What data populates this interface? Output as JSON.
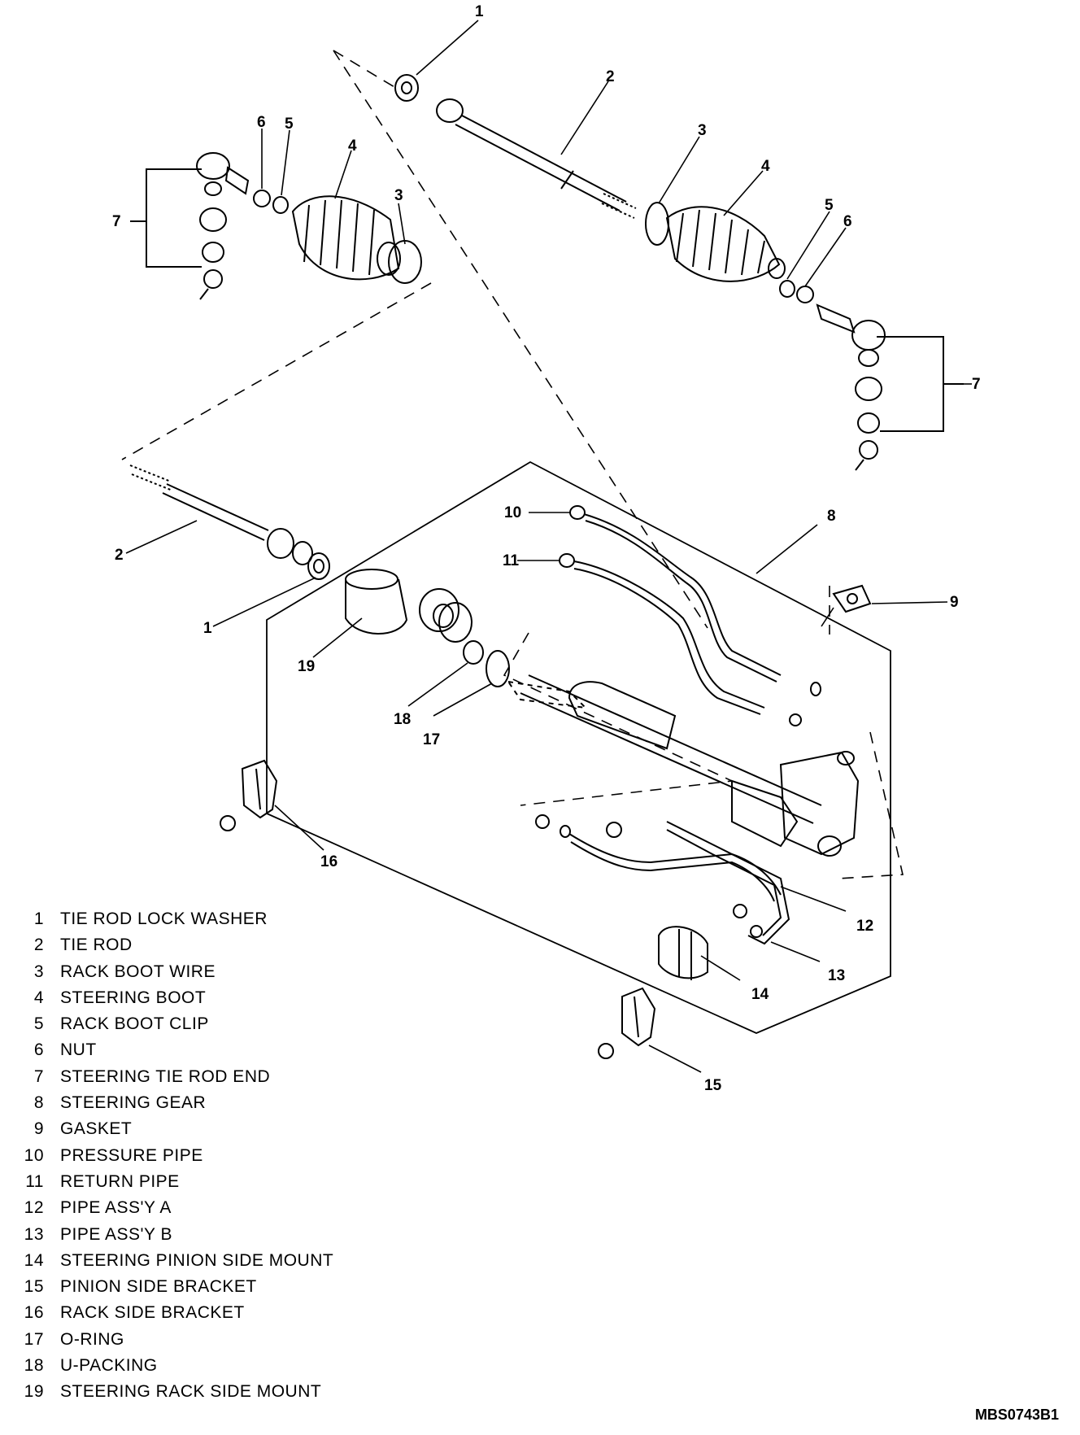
{
  "figure_code": "MBS0743B1",
  "legend": [
    {
      "num": "1",
      "label": "TIE ROD LOCK WASHER"
    },
    {
      "num": "2",
      "label": "TIE ROD"
    },
    {
      "num": "3",
      "label": "RACK BOOT WIRE"
    },
    {
      "num": "4",
      "label": "STEERING BOOT"
    },
    {
      "num": "5",
      "label": "RACK BOOT CLIP"
    },
    {
      "num": "6",
      "label": "NUT"
    },
    {
      "num": "7",
      "label": "STEERING TIE ROD END"
    },
    {
      "num": "8",
      "label": "STEERING GEAR"
    },
    {
      "num": "9",
      "label": "GASKET"
    },
    {
      "num": "10",
      "label": "PRESSURE PIPE"
    },
    {
      "num": "11",
      "label": "RETURN PIPE"
    },
    {
      "num": "12",
      "label": "PIPE ASS'Y A"
    },
    {
      "num": "13",
      "label": "PIPE ASS'Y B"
    },
    {
      "num": "14",
      "label": "STEERING PINION SIDE MOUNT"
    },
    {
      "num": "15",
      "label": "PINION SIDE BRACKET"
    },
    {
      "num": "16",
      "label": "RACK SIDE BRACKET"
    },
    {
      "num": "17",
      "label": "O-RING"
    },
    {
      "num": "18",
      "label": "U-PACKING"
    },
    {
      "num": "19",
      "label": "STEERING RACK SIDE MOUNT"
    }
  ],
  "callouts": {
    "c1_top": "1",
    "c2_top": "2",
    "c3_top_right": "3",
    "c4_top_right": "4",
    "c5_right": "5",
    "c6_right": "6",
    "c7_right": "7",
    "c6_left": "6",
    "c5_left": "5",
    "c4_left": "4",
    "c3_left": "3",
    "c7_left": "7",
    "c2_left": "2",
    "c1_left": "1",
    "c8": "8",
    "c9": "9",
    "c10": "10",
    "c11": "11",
    "c19": "19",
    "c18": "18",
    "c17": "17",
    "c16": "16",
    "c12": "12",
    "c13": "13",
    "c14": "14",
    "c15": "15"
  }
}
